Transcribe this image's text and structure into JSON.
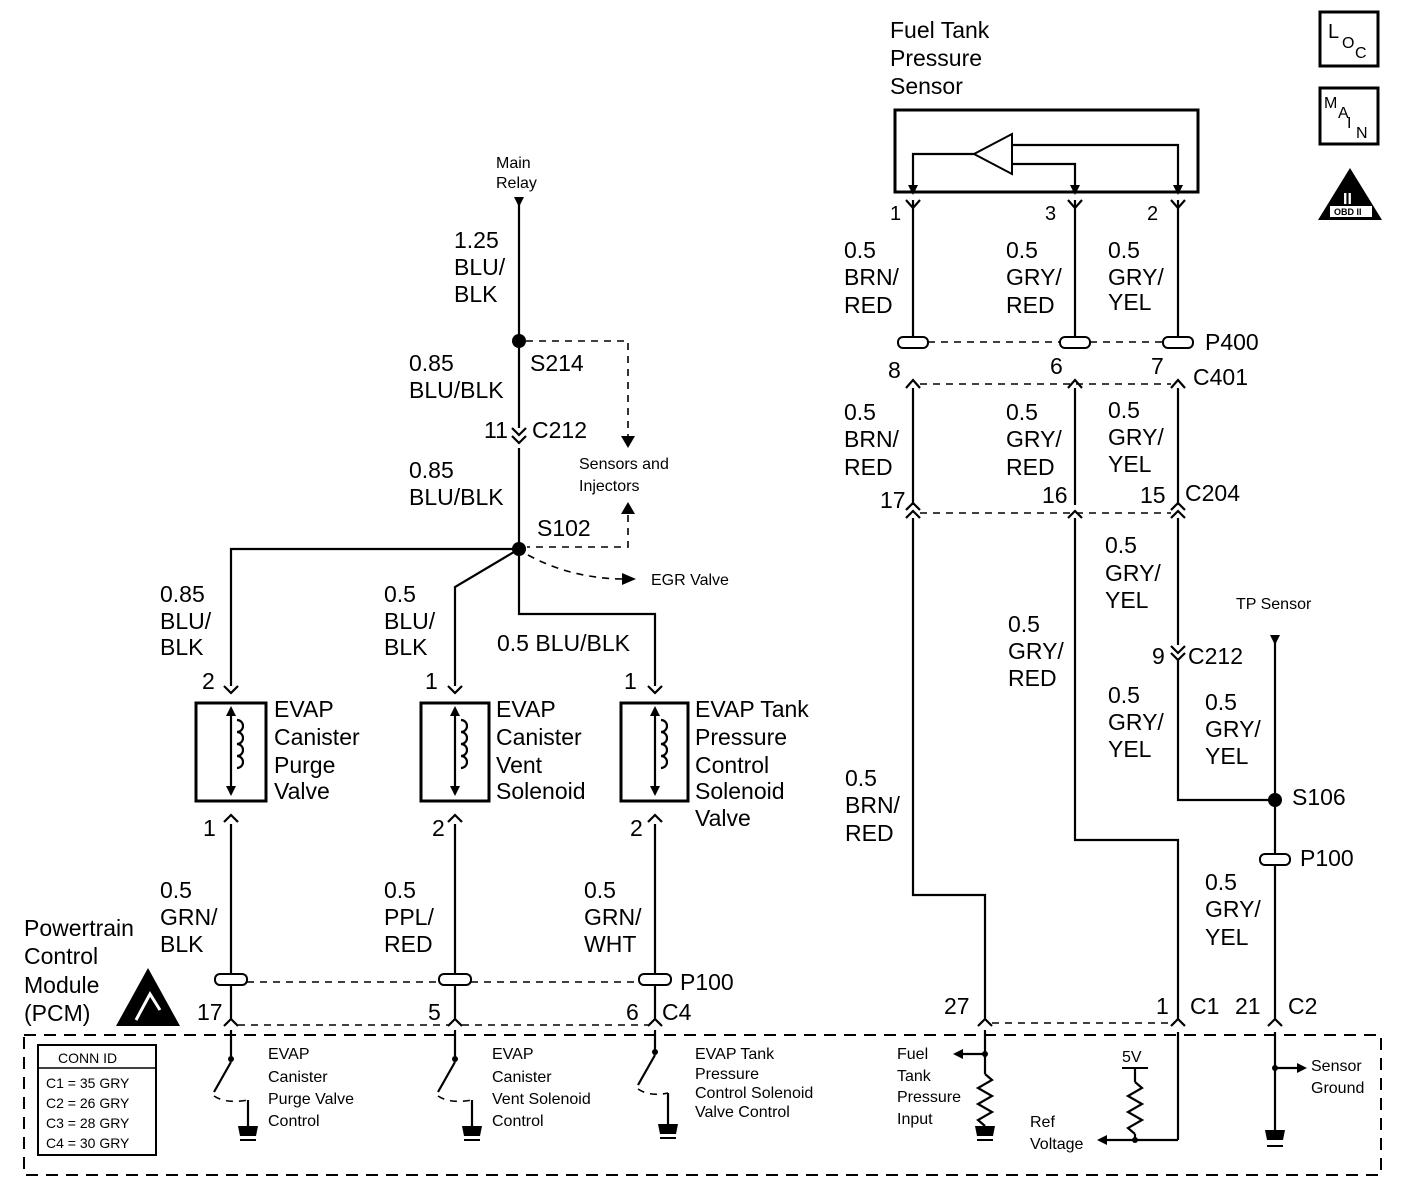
{
  "fuel_tank_sensor": {
    "title": [
      "Fuel Tank",
      "Pressure",
      "Sensor"
    ],
    "pins": [
      "1",
      "3",
      "2"
    ]
  },
  "icons": {
    "loc": [
      "L",
      "O",
      "C"
    ],
    "main": [
      "M",
      "A",
      "I",
      "N"
    ],
    "obd": [
      "II",
      "OBD II"
    ]
  },
  "main_relay": {
    "label": [
      "Main",
      "Relay"
    ],
    "wire_top": [
      "1.25",
      "BLU/",
      "BLK"
    ]
  },
  "splices": {
    "s214": "S214",
    "s102": "S102",
    "s106": "S106"
  },
  "wires_left": {
    "w_s214_c212": [
      "0.85",
      "BLU/BLK"
    ],
    "w_c212_s102": [
      "0.85",
      "BLU/BLK"
    ],
    "w_purge_top": [
      "0.85",
      "BLU/",
      "BLK"
    ],
    "w_vent_top": [
      "0.5",
      "BLU/",
      "BLK"
    ],
    "w_tank_top": "0.5 BLU/BLK",
    "w_purge_bot": [
      "0.5",
      "GRN/",
      "BLK"
    ],
    "w_vent_bot": [
      "0.5",
      "PPL/",
      "RED"
    ],
    "w_tank_bot": [
      "0.5",
      "GRN/",
      "WHT"
    ]
  },
  "connectors_left": {
    "c212_pin": "11",
    "c212": "C212",
    "p100": "P100",
    "c4": "C4",
    "pcm_pins": [
      "17",
      "5",
      "6"
    ],
    "purge_pins": [
      "2",
      "1"
    ],
    "vent_pins": [
      "1",
      "2"
    ],
    "tank_pins": [
      "1",
      "2"
    ]
  },
  "destinations": {
    "sensors": [
      "Sensors and",
      "Injectors"
    ],
    "egr": "EGR Valve",
    "tp": "TP Sensor"
  },
  "components": {
    "purge": [
      "EVAP",
      "Canister",
      "Purge",
      "Valve"
    ],
    "vent": [
      "EVAP",
      "Canister",
      "Vent",
      "Solenoid"
    ],
    "tank": [
      "EVAP Tank",
      "Pressure",
      "Control",
      "Solenoid",
      "Valve"
    ]
  },
  "pcm": {
    "title": [
      "Powertrain",
      "Control",
      "Module",
      "(PCM)"
    ],
    "conn_id_title": "CONN ID",
    "conn_id": [
      "C1 = 35 GRY",
      "C2 = 26 GRY",
      "C3 = 28 GRY",
      "C4 = 30 GRY"
    ],
    "purge_ctrl": [
      "EVAP",
      "Canister",
      "Purge Valve",
      "Control"
    ],
    "vent_ctrl": [
      "EVAP",
      "Canister",
      "Vent Solenoid",
      "Control"
    ],
    "tank_ctrl": [
      "EVAP Tank",
      "Pressure",
      "Control Solenoid",
      "Valve Control"
    ],
    "fuel_input": [
      "Fuel",
      "Tank",
      "Pressure",
      "Input"
    ],
    "ref_voltage": [
      "Ref",
      "Voltage"
    ],
    "five_v": "5V",
    "sensor_ground": [
      "Sensor",
      "Ground"
    ],
    "right_pins": [
      "27",
      "1",
      "21"
    ],
    "c1": "C1",
    "c2": "C2"
  },
  "wires_right": {
    "brn_red": [
      "0.5",
      "BRN/",
      "RED"
    ],
    "gry_red": [
      "0.5",
      "GRY/",
      "RED"
    ],
    "gry_yel": [
      "0.5",
      "GRY/",
      "YEL"
    ]
  },
  "connectors_right": {
    "p400": "P400",
    "c401": "C401",
    "c401_pins": [
      "8",
      "6",
      "7"
    ],
    "c204": "C204",
    "c204_pins": [
      "17",
      "16",
      "15"
    ],
    "c212_pin": "9",
    "c212": "C212",
    "p100": "P100"
  }
}
